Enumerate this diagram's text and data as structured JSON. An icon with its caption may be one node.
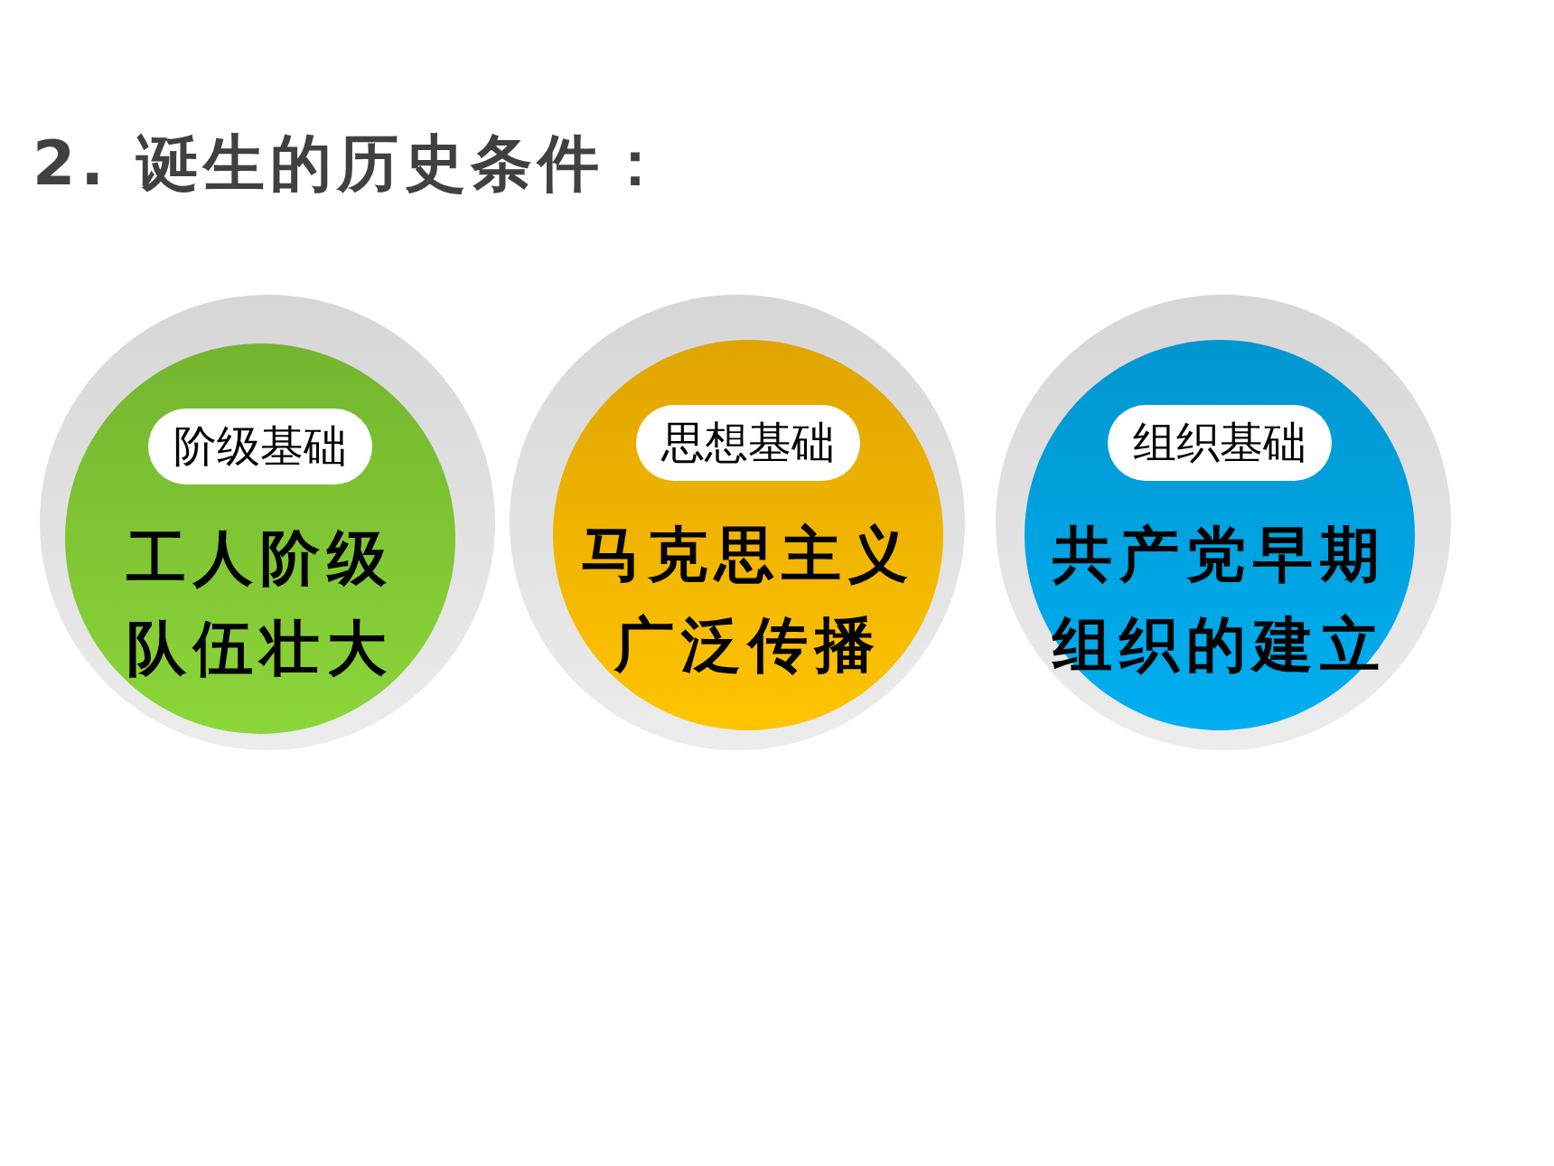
{
  "diagram": {
    "title": "2. 诞生的历史条件：",
    "nodes": [
      {
        "text": [
          "阶级基础",
          "工人阶级队伍壮大"
        ]
      },
      {
        "text": [
          "思想基础",
          "马克思主义广泛传播"
        ]
      },
      {
        "text": [
          "组织基础",
          "共产党早期组织的建立"
        ]
      }
    ]
  }
}
